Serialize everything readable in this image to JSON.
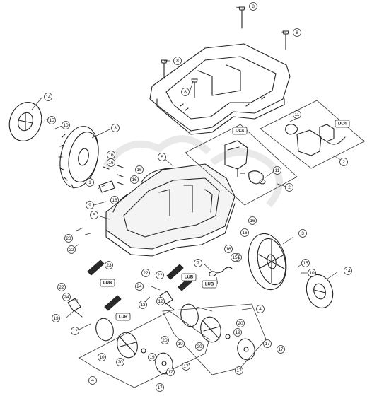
{
  "diagram": {
    "callouts": [
      {
        "id": "c8a",
        "label": "8"
      },
      {
        "id": "c8b",
        "label": "8"
      },
      {
        "id": "c8c",
        "label": "8"
      },
      {
        "id": "c8d",
        "label": "8"
      },
      {
        "id": "c14a",
        "label": "14"
      },
      {
        "id": "c15a",
        "label": "15"
      },
      {
        "id": "c10a",
        "label": "10"
      },
      {
        "id": "c3a",
        "label": "3"
      },
      {
        "id": "c11a",
        "label": "11"
      },
      {
        "id": "c11b",
        "label": "11"
      },
      {
        "id": "c2a",
        "label": "2"
      },
      {
        "id": "c2b",
        "label": "2"
      },
      {
        "id": "c6",
        "label": "6"
      },
      {
        "id": "c16a",
        "label": "16"
      },
      {
        "id": "c16b",
        "label": "16"
      },
      {
        "id": "c16c",
        "label": "16"
      },
      {
        "id": "c16d",
        "label": "16"
      },
      {
        "id": "c16e",
        "label": "16"
      },
      {
        "id": "c16f",
        "label": "16"
      },
      {
        "id": "c16g",
        "label": "16"
      },
      {
        "id": "c16h",
        "label": "16"
      },
      {
        "id": "c1",
        "label": "1"
      },
      {
        "id": "c5",
        "label": "5"
      },
      {
        "id": "c9",
        "label": "9"
      },
      {
        "id": "c23a",
        "label": "23"
      },
      {
        "id": "c23b",
        "label": "23"
      },
      {
        "id": "c22a",
        "label": "22"
      },
      {
        "id": "c22b",
        "label": "22"
      },
      {
        "id": "c22c",
        "label": "22"
      },
      {
        "id": "c22d",
        "label": "22"
      },
      {
        "id": "c3b",
        "label": "3"
      },
      {
        "id": "c15b",
        "label": "15"
      },
      {
        "id": "c15c",
        "label": "15"
      },
      {
        "id": "c7",
        "label": "7"
      },
      {
        "id": "c10b",
        "label": "10"
      },
      {
        "id": "c15d",
        "label": "15"
      },
      {
        "id": "c14b",
        "label": "14"
      },
      {
        "id": "c24a",
        "label": "24"
      },
      {
        "id": "c24b",
        "label": "24"
      },
      {
        "id": "c13a",
        "label": "13"
      },
      {
        "id": "c13b",
        "label": "13"
      },
      {
        "id": "c12a",
        "label": "12"
      },
      {
        "id": "c12b",
        "label": "12"
      },
      {
        "id": "c4a",
        "label": "4"
      },
      {
        "id": "c4b",
        "label": "4"
      },
      {
        "id": "c10c",
        "label": "10"
      },
      {
        "id": "c10d",
        "label": "10"
      },
      {
        "id": "c20a",
        "label": "20"
      },
      {
        "id": "c20b",
        "label": "20"
      },
      {
        "id": "c20c",
        "label": "20"
      },
      {
        "id": "c20d",
        "label": "20"
      },
      {
        "id": "c19a",
        "label": "19"
      },
      {
        "id": "c19b",
        "label": "19"
      },
      {
        "id": "c17a",
        "label": "17"
      },
      {
        "id": "c17b",
        "label": "17"
      },
      {
        "id": "c17c",
        "label": "17"
      },
      {
        "id": "c17d",
        "label": "17"
      },
      {
        "id": "c17e",
        "label": "17"
      },
      {
        "id": "c17f",
        "label": "17"
      }
    ],
    "tags": {
      "dc4_left": "DC4",
      "dc4_right": "DC4",
      "lub_1": "LUB",
      "lub_2": "LUB",
      "lub_3": "LUB",
      "lub_4": "LUB"
    }
  }
}
